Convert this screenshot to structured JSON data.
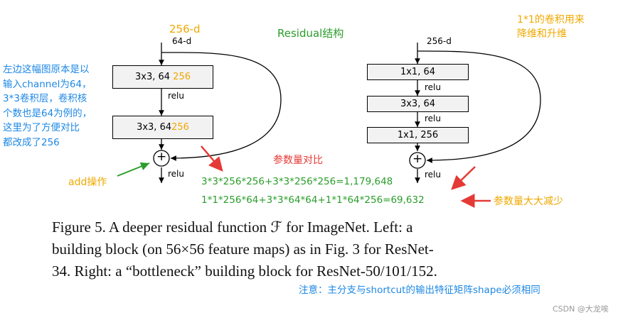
{
  "title": "Residual结构",
  "left_block": {
    "input_dim_top": "256-d",
    "input_dim": "64-d",
    "layer1_text": "3x3, 64 ",
    "layer1_alt": "256",
    "relu1": "relu",
    "layer2_text": "3x3, 64",
    "layer2_alt": "256",
    "add_symbol": "+",
    "relu_out": "relu"
  },
  "right_block": {
    "input_dim": "256-d",
    "layer1": "1x1, 64",
    "relu1": "relu",
    "layer2": "3x3, 64",
    "relu2": "relu",
    "layer3": "1x1, 256",
    "add_symbol": "+",
    "relu_out": "relu"
  },
  "annotations": {
    "left_note": [
      "左边这幅图原本是以",
      "输入channel为64，",
      "3*3卷积层，卷积核",
      "个数也是64为例的，",
      "这里为了方便对比",
      "都改成了256"
    ],
    "add_op": "add操作",
    "param_compare": "参数量对比",
    "formula_left": "3*3*256*256+3*3*256*256=1,179,648",
    "formula_right": "1*1*256*64+3*3*64*64+1*1*64*256=69,632",
    "param_reduce": "参数量大大减少",
    "top_right": [
      "1*1的卷积用来",
      "降维和升维"
    ],
    "shape_note": "注意：主分支与shortcut的输出特征矩阵shape必须相同"
  },
  "caption": {
    "line1": "Figure 5. A deeper residual function ℱ for ImageNet.  Left: a",
    "line2": "building block (on 56×56 feature maps) as in Fig. 3 for ResNet-",
    "line3": "34. Right: a “bottleneck” building block for ResNet-50/101/152."
  },
  "watermark": "CSDN @大龙唉",
  "colors": {
    "orange": "#f0a800",
    "green": "#2a9d2a",
    "blue": "#1e88e5",
    "red": "#e53935"
  }
}
